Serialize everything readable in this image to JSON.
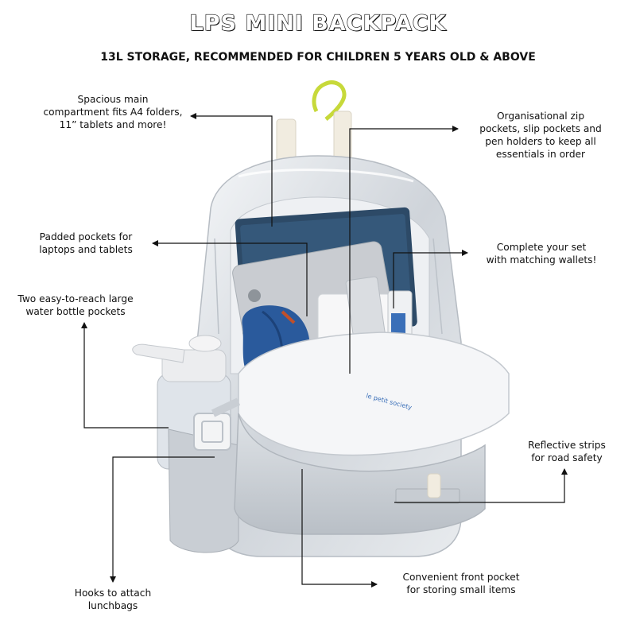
{
  "header": {
    "title": "LPS MINI BACKPACK",
    "subtitle": "13L STORAGE, RECOMMENDED FOR CHILDREN 5 YEARS OLD & ABOVE"
  },
  "callouts": {
    "main_compartment": {
      "line1": "Spacious main",
      "line2": "compartment fits A4 folders,",
      "line3": "11” tablets and more!"
    },
    "organisational": {
      "line1": "Organisational zip",
      "line2": "pockets, slip pockets and",
      "line3": "pen holders to keep all",
      "line4": "essentials in order"
    },
    "padded": {
      "line1": "Padded pockets for",
      "line2": "laptops and tablets"
    },
    "wallets": {
      "line1": "Complete your set",
      "line2": "with matching wallets!"
    },
    "bottle": {
      "line1": "Two easy-to-reach large",
      "line2": "water bottle pockets"
    },
    "reflective": {
      "line1": "Reflective strips",
      "line2": "for road safety"
    },
    "front_pocket": {
      "line1": "Convenient front pocket",
      "line2": "for storing small items"
    },
    "hooks": {
      "line1": "Hooks to attach",
      "line2": "lunchbags"
    }
  },
  "product_image": {
    "brand_print": "le petit society",
    "colors": {
      "body": "#d9dde2",
      "lining": "#f2f3f5",
      "tablet": "#2d4a67",
      "umbrella": "#2a5a9c",
      "carabiner": "#c7d93a"
    }
  }
}
